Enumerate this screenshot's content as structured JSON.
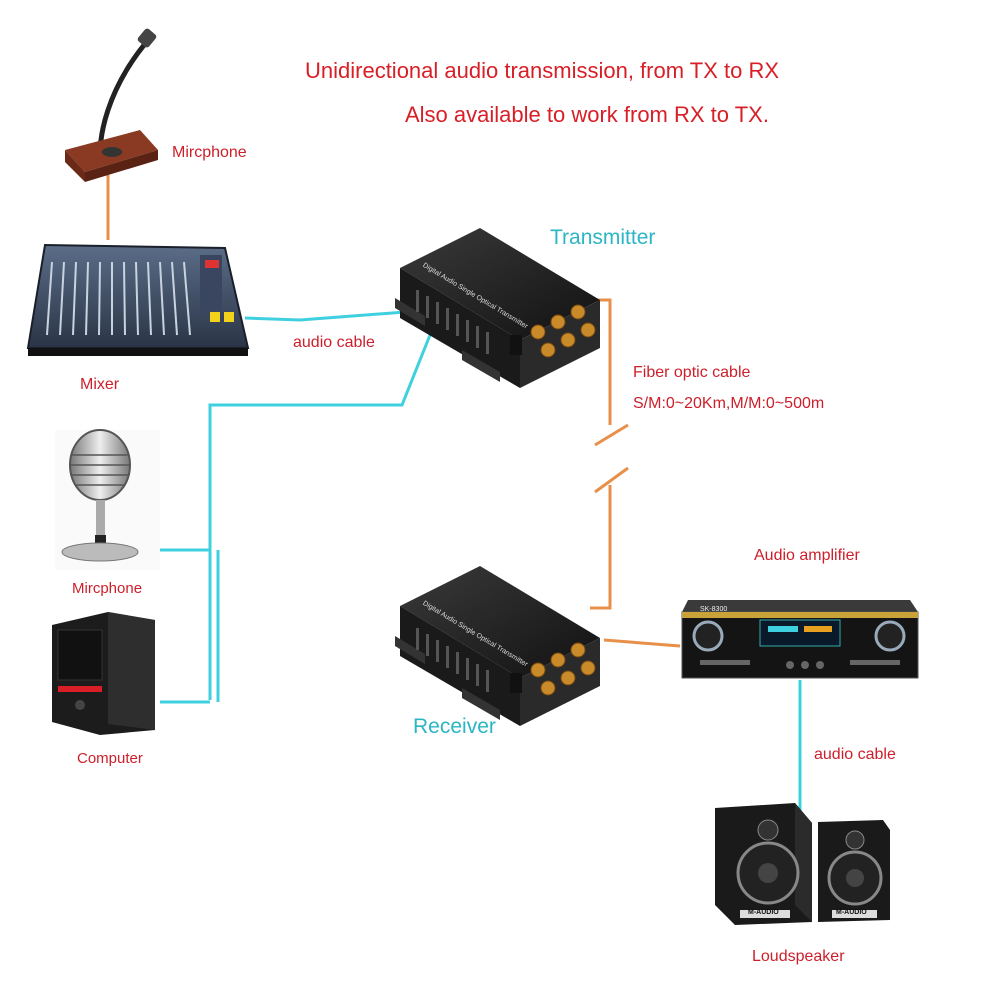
{
  "headline": {
    "line1": "Unidirectional audio transmission, from TX to RX",
    "line2": "Also available to work from RX to TX."
  },
  "labels": {
    "mic_top": "Mircphone",
    "mixer": "Mixer",
    "mic_mid": "Mircphone",
    "computer": "Computer",
    "transmitter": "Transmitter",
    "receiver": "Receiver",
    "audio_cable_top": "audio cable",
    "fiber_title": "Fiber optic cable",
    "fiber_spec": "S/M:0~20Km,M/M:0~500m",
    "amplifier": "Audio amplifier",
    "audio_cable_bottom": "audio cable",
    "loudspeaker": "Loudspeaker"
  },
  "device_text": {
    "transmitter_face": "Digital Audio Single Optical Transmitter",
    "receiver_face": "Digital Audio Single Optical Transmitter",
    "amp_model": "SK-8300",
    "speaker_brand": "M-AUDIO"
  },
  "colors": {
    "audio_cable": "#3fd0e0",
    "fiber_cable": "#e8904a",
    "headline": "#d81e26",
    "device_labels": "#cc1f2b",
    "device_titles": "#2bb6c4"
  }
}
